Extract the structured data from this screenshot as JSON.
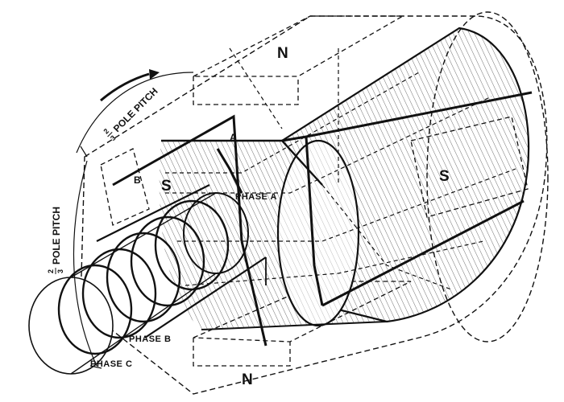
{
  "colors": {
    "ink": "#111111",
    "paper": "#ffffff"
  },
  "labels": {
    "pole_n_top": "N",
    "pole_n_bottom": "N",
    "pole_s_left": "S",
    "pole_s_right": "S",
    "phase_a": "PHASE A",
    "phase_b": "PHASE B",
    "phase_c": "PHASE C",
    "point_a": "A",
    "point_b": "B",
    "top_pitch_frac_num": "2",
    "top_pitch_frac_den": "3",
    "top_pitch_text": "POLE PITCH",
    "left_pitch_frac_num": "2",
    "left_pitch_frac_den": "3",
    "left_pitch_text": "POLE PITCH"
  },
  "icons": {
    "rotation": "curved-arrow-icon"
  }
}
